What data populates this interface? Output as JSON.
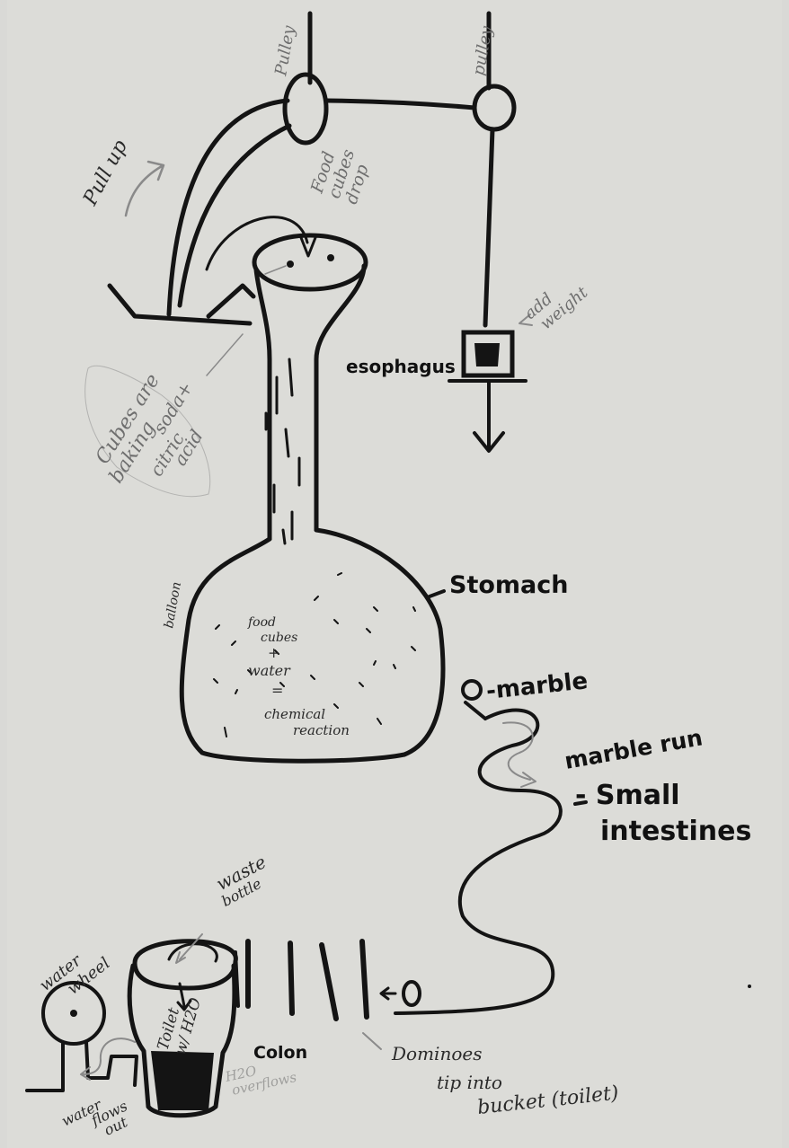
{
  "labels": {
    "pulley_left": "Pulley",
    "pulley_right": "pulley",
    "pull_up": "Pull up",
    "food_cubes_drop": [
      "Food",
      "cubes",
      "drop"
    ],
    "add_weight": [
      "add",
      "weight"
    ],
    "esophagus": "esophagus",
    "cubes_note": [
      "Cubes are",
      "baking",
      "soda+",
      "citric",
      "acid"
    ],
    "stomach": "Stomach",
    "balloon": "balloon",
    "reaction_note": [
      "food",
      "cubes",
      "+",
      "water",
      "=",
      "chemical",
      "reaction"
    ],
    "marble": "-marble",
    "marble_run": "marble run",
    "small_intestines": [
      "- Small",
      "intestines"
    ],
    "water_wheel": [
      "water",
      "wheel"
    ],
    "waste_bottle": [
      "waste",
      "bottle"
    ],
    "toilet": [
      "Toilet",
      "w/ H2O"
    ],
    "colon": "Colon",
    "dominoes": [
      "Dominoes",
      "tip into",
      "bucket (toilet)"
    ],
    "water_flows_out": [
      "water",
      "flows",
      "out"
    ],
    "h2o_overflows": [
      "H2O",
      "overflows"
    ]
  },
  "colors": {
    "paper": "#d9d9d6",
    "ink": "#141414",
    "pencil": "#8a8a8a"
  }
}
